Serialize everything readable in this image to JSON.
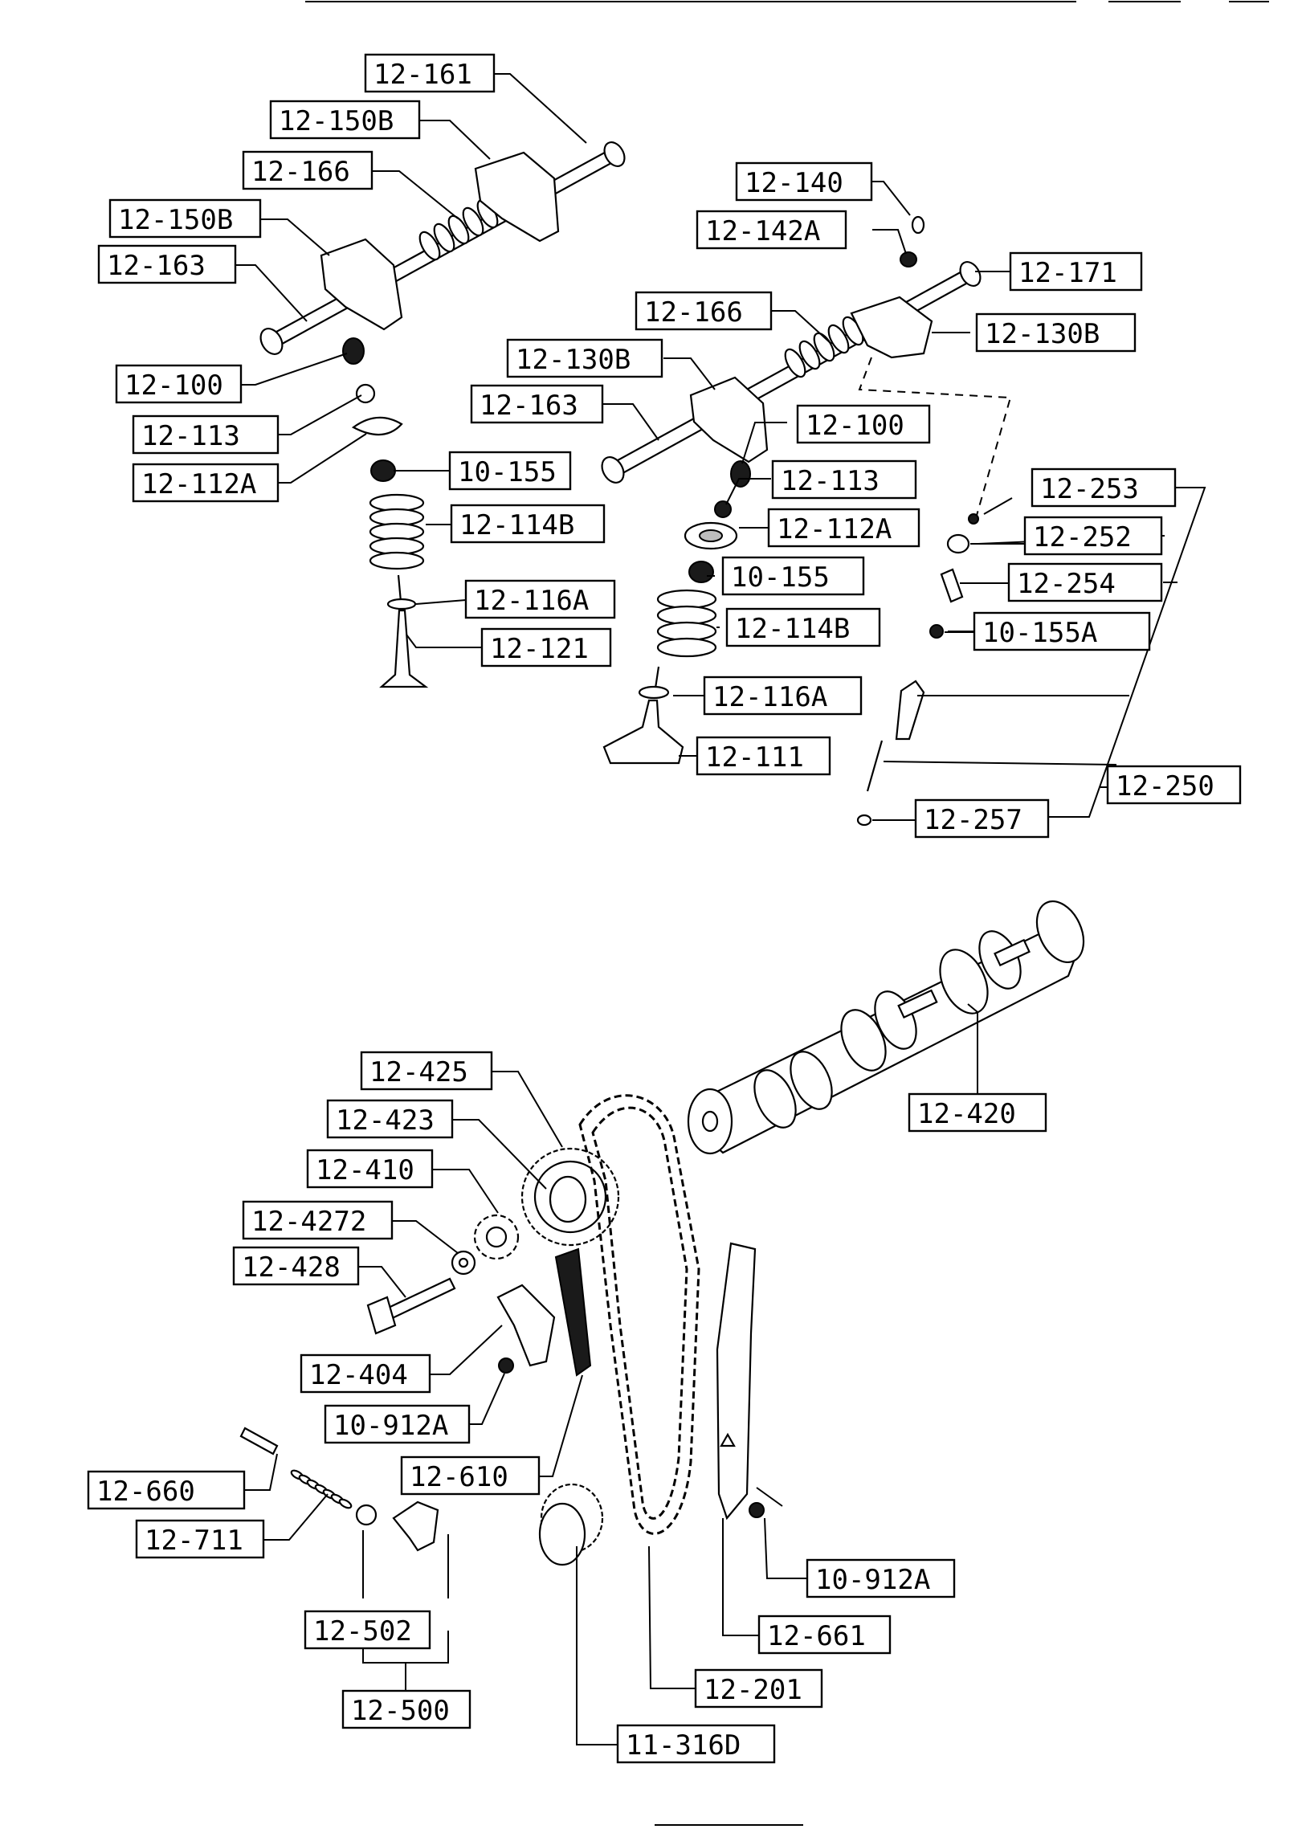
{
  "labels": {
    "p12_161": "12-161",
    "p12_150b_top": "12-150B",
    "p12_166_left": "12-166",
    "p12_150b_left": "12-150B",
    "p12_163_left": "12-163",
    "p12_100_left": "12-100",
    "p12_113_left": "12-113",
    "p12_112a_left": "12-112A",
    "p10_155_left": "10-155",
    "p12_114b_left": "12-114B",
    "p12_116a_left": "12-116A",
    "p12_121": "12-121",
    "p12_140": "12-140",
    "p12_142a": "12-142A",
    "p12_171": "12-171",
    "p12_166_right": "12-166",
    "p12_130b_right": "12-130B",
    "p12_130b_mid": "12-130B",
    "p12_163_right": "12-163",
    "p12_100_right": "12-100",
    "p12_113_right": "12-113",
    "p12_112a_right": "12-112A",
    "p10_155_right": "10-155",
    "p12_114b_right": "12-114B",
    "p12_116a_right": "12-116A",
    "p12_111": "12-111",
    "p12_253": "12-253",
    "p12_252": "12-252",
    "p12_254": "12-254",
    "p10_155a": "10-155A",
    "p12_250": "12-250",
    "p12_257": "12-257",
    "p12_420": "12-420",
    "p12_425": "12-425",
    "p12_423": "12-423",
    "p12_410": "12-410",
    "p12_4272": "12-4272",
    "p12_428": "12-428",
    "p12_404": "12-404",
    "p10_912a_left": "10-912A",
    "p12_610": "12-610",
    "p12_660": "12-660",
    "p12_711": "12-711",
    "p12_502": "12-502",
    "p12_500": "12-500",
    "p10_912a_right": "10-912A",
    "p12_661": "12-661",
    "p12_201": "12-201",
    "p11_316d": "11-316D"
  }
}
